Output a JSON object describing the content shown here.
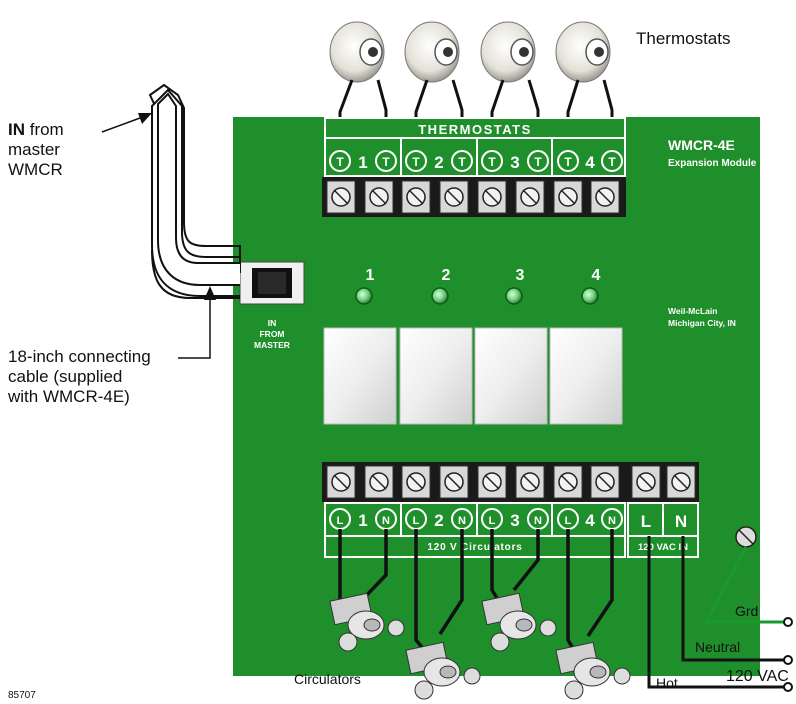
{
  "labels": {
    "thermostats_heading": "Thermostats",
    "board_thermostats": "THERMOSTATS",
    "model": "WMCR-4E",
    "module": "Expansion Module",
    "maker": "Weil-McLain",
    "city": "Michigan City, IN",
    "in_from_master_a": "IN",
    "in_from_master_b": "FROM",
    "in_from_master_c": "MASTER",
    "in_bold": "IN",
    "in_from": " from",
    "in_line2": "master",
    "in_line3": "WMCR",
    "cable_line1": "18-inch connecting",
    "cable_line2": "cable (supplied",
    "cable_line3": "with WMCR-4E)",
    "circ_bar": "120 V Circulators",
    "vac_bar": "120 VAC IN",
    "circulators": "Circulators",
    "grd": "Grd",
    "neutral": "Neutral",
    "hot": "Hot",
    "vac_supply": "120 VAC",
    "figure_no": "85707"
  },
  "thermostat_terminals": [
    {
      "left": "T",
      "num": "1",
      "right": "T"
    },
    {
      "left": "T",
      "num": "2",
      "right": "T"
    },
    {
      "left": "T",
      "num": "3",
      "right": "T"
    },
    {
      "left": "T",
      "num": "4",
      "right": "T"
    }
  ],
  "circulator_terminals": [
    {
      "left": "L",
      "num": "1",
      "right": "N"
    },
    {
      "left": "L",
      "num": "2",
      "right": "N"
    },
    {
      "left": "L",
      "num": "3",
      "right": "N"
    },
    {
      "left": "L",
      "num": "4",
      "right": "N"
    }
  ],
  "power_terminals": {
    "l": "L",
    "n": "N"
  },
  "zone_leds": [
    "1",
    "2",
    "3",
    "4"
  ],
  "colors": {
    "board": "#1f8f2c",
    "board_dark": "#0e5a18",
    "led": "#6fd07a",
    "ground_wire": "#1a9a2a",
    "wire": "#111111"
  }
}
